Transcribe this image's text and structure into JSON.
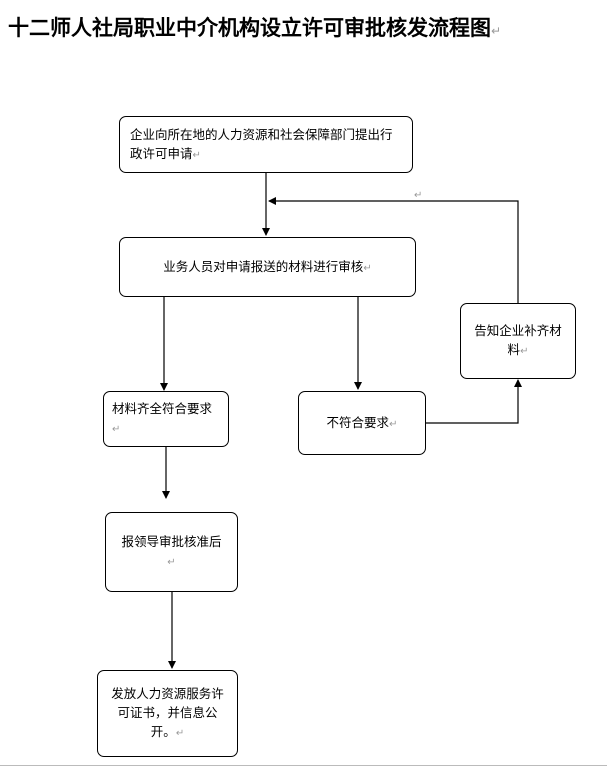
{
  "title": "十二师人社局职业中介机构设立许可审批核发流程图",
  "paragraph_mark": "↵",
  "nodes": {
    "apply": "企业向所在地的人力资源和社会保障部门提出行政许可申请",
    "review": "业务人员对申请报送的材料进行审核",
    "complete": "材料齐全符合要求",
    "incomplete": "不符合要求",
    "notify": "告知企业补齐材料",
    "approve": "报领导审批核准后",
    "issue": "发放人力资源服务许可证书，并信息公开。"
  },
  "colors": {
    "line": "#000000",
    "mark": "#999999"
  }
}
